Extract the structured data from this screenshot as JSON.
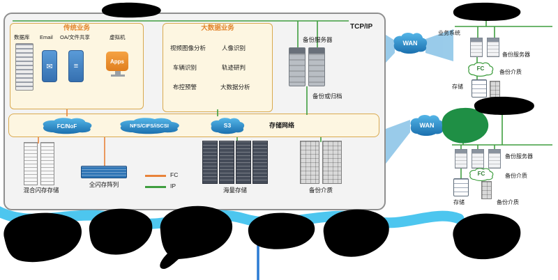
{
  "main": {
    "tcp_ip": "TCP/IP",
    "traditional": {
      "title": "传统业务",
      "items": [
        "数据库",
        "Email",
        "OA/文件共享",
        "虚拟机"
      ],
      "vm_icon_label": "Apps"
    },
    "bigdata": {
      "title": "大数据业务",
      "items": [
        "视频图像分析",
        "人像识别",
        "车辆识别",
        "轨迹研判",
        "布控预警",
        "大数据分析"
      ]
    },
    "backup_server": "备份服务器",
    "backup_archive": "备份或归档",
    "storage_network": "存储网络",
    "protocols": [
      "FC/NoF",
      "NFS/CIFS/iSCSI",
      "S3"
    ],
    "legend": {
      "fc": "FC",
      "ip": "IP"
    },
    "devices": {
      "hybrid_flash": "混合闪存存储",
      "all_flash": "全闪存阵列",
      "mass_storage": "海量存储",
      "backup_media": "备份介质"
    }
  },
  "site_top": {
    "wan": "WAN",
    "business_system": "业务系统",
    "backup_server": "备份服务器",
    "fc": "FC",
    "backup_media": "备份介质",
    "storage": "存储"
  },
  "site_bottom": {
    "wan": "WAN",
    "backup_server": "备份服务器",
    "fc": "FC",
    "backup_media_fc": "备份介质",
    "storage": "存储",
    "backup_media": "备份介质"
  },
  "colors": {
    "line_ip": "#3f9e3f",
    "line_fc": "#e8833a",
    "cloud_blue_top": "#55b6e8",
    "cloud_blue_bottom": "#1a6fae",
    "panel_cream": "#fdf6e1",
    "panel_border": "#d9a94e",
    "title_orange": "#e2852e",
    "ink_black": "#000000",
    "ink_cyan": "#3ec1ee",
    "ink_green": "#1f8f45",
    "ink_blue": "#2b7bd4"
  }
}
